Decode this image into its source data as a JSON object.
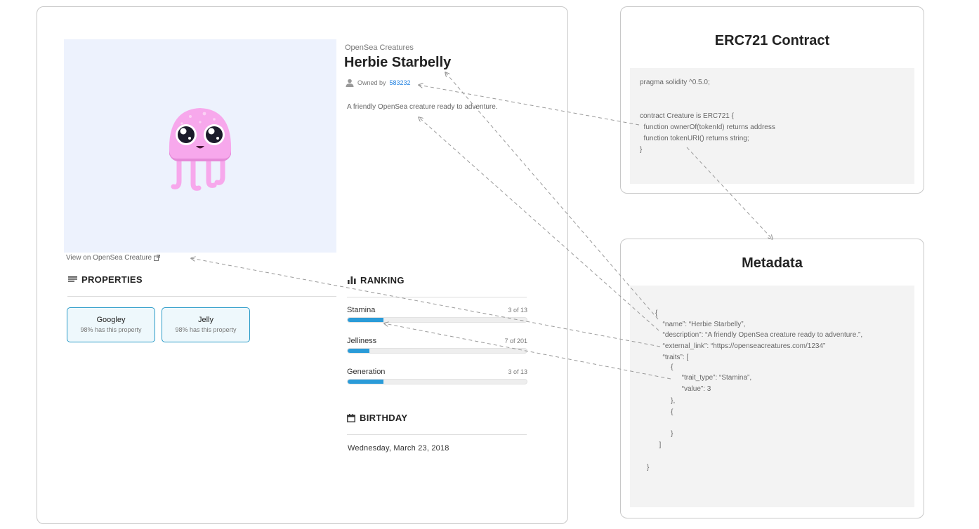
{
  "asset": {
    "collection": "OpenSea Creatures",
    "name": "Herbie Starbelly",
    "owned_by_label": "Owned by",
    "owner": "583232",
    "description": "A friendly OpenSea creature ready to adventure.",
    "view_link": "View on OpenSea Creature",
    "image_alt": "jellyfish-creature"
  },
  "properties": {
    "title": "PROPERTIES",
    "items": [
      {
        "value": "Googley",
        "percent": "98% has this property"
      },
      {
        "value": "Jelly",
        "percent": "98% has this property"
      }
    ]
  },
  "ranking": {
    "title": "RANKING",
    "items": [
      {
        "label": "Stamina",
        "count": "3 of 13",
        "fill": 0.2
      },
      {
        "label": "Jelliness",
        "count": "7 of 201",
        "fill": 0.12
      },
      {
        "label": "Generation",
        "count": "3 of 13",
        "fill": 0.2
      }
    ]
  },
  "birthday": {
    "title": "BIRTHDAY",
    "date": "Wednesday, March 23, 2018"
  },
  "contract": {
    "title": "ERC721 Contract",
    "lines": [
      "pragma solidity ^0.5.0;",
      "contract Creature is ERC721 {",
      "  function ownerOf(tokenId) returns address",
      "  function tokenURI() returns string;",
      "}"
    ]
  },
  "metadata": {
    "title": "Metadata",
    "lines": [
      "{",
      "  “name”: “Herbie Starbelly”,",
      "  “description”: “A friendly OpenSea creature ready to adventure.”,",
      "  “external_link”: “https://openseacreatures.com/1234”",
      "  “traits”: [",
      "    {",
      "      “trait_type”: “Stamina”,",
      "      “value”: 3",
      "    },",
      "    {",
      "    }",
      "  ]",
      "}"
    ]
  },
  "colors": {
    "accent": "#2081e2",
    "bar": "#2a9bd8",
    "property_border": "#2a9bc8",
    "arrow": "#9a9a9a",
    "image_bg": "#edf2fd",
    "creature": "#f7a8ec"
  }
}
